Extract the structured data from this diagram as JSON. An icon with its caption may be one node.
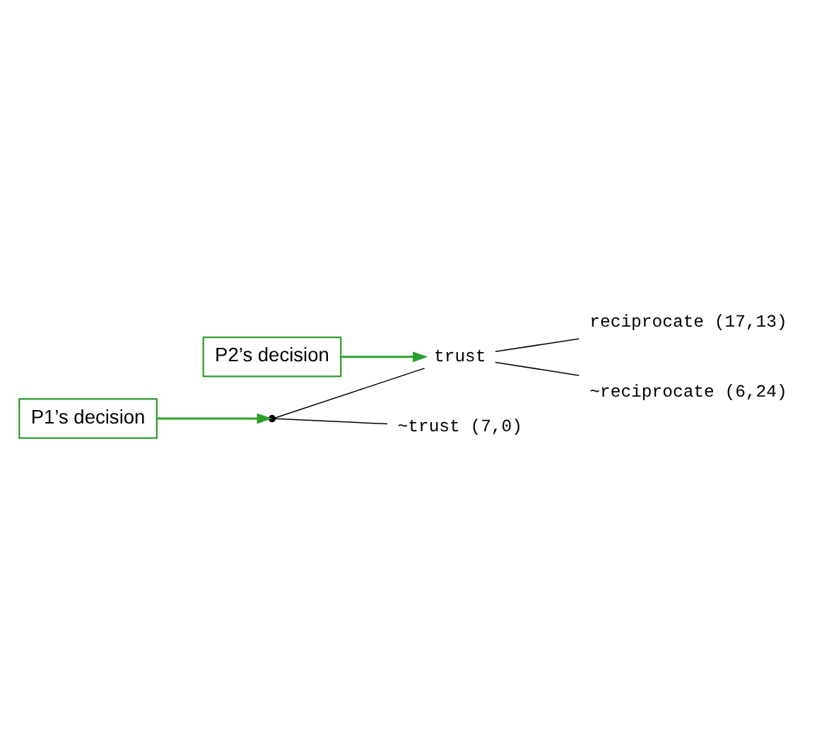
{
  "diagram": {
    "nodes": [
      {
        "text": [
          "P2’s decision"
        ]
      },
      {
        "text": [
          "P1’s decision"
        ]
      },
      {
        "text": [
          "reciprocate (17,13)"
        ]
      },
      {
        "text": [
          "trust"
        ]
      },
      {
        "text": [
          "~reciprocate (6,24)"
        ]
      },
      {
        "text": [],
        "shape": "point"
      },
      {
        "text": [
          "~trust (7,0)"
        ]
      }
    ],
    "edges": [
      {
        "from": 0,
        "to": 3,
        "arrow": "to",
        "color": "#2ca02c"
      },
      {
        "from": 1,
        "to": 5,
        "arrow": "to",
        "color": "#2ca02c"
      },
      {
        "from": 5,
        "to": 3,
        "arrow": "none"
      },
      {
        "from": 5,
        "to": 6,
        "arrow": "none"
      },
      {
        "from": 3,
        "to": 2,
        "arrow": "none"
      },
      {
        "from": 3,
        "to": 4,
        "arrow": "none"
      }
    ]
  }
}
